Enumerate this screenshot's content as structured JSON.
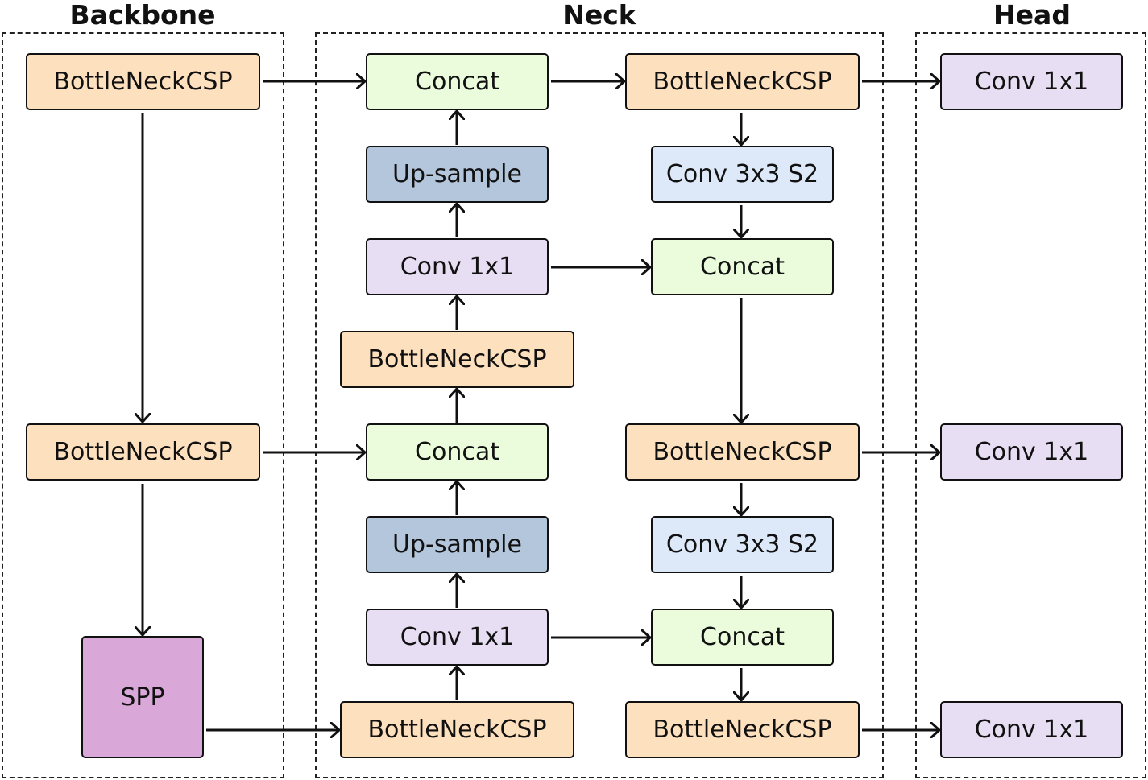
{
  "sections": {
    "backbone": "Backbone",
    "neck": "Neck",
    "head": "Head"
  },
  "colors": {
    "bottleneck": "#fde0bd",
    "concat": "#ebfcdc",
    "upsample": "#b4c6dc",
    "conv1x1": "#e8def3",
    "conv3x3": "#dde9f8",
    "spp": "#d9a8d8",
    "line": "#111111"
  },
  "backbone": {
    "csp1": "BottleNeckCSP",
    "csp2": "BottleNeckCSP",
    "spp": "SPP"
  },
  "neck": {
    "concat1": "Concat",
    "upsample1": "Up-sample",
    "conv1": "Conv 1x1",
    "csp1": "BottleNeckCSP",
    "concat2": "Concat",
    "upsample2": "Up-sample",
    "conv2": "Conv 1x1",
    "csp2": "BottleNeckCSP",
    "csp3": "BottleNeckCSP",
    "conv3x3_1": "Conv 3x3 S2",
    "concat3": "Concat",
    "csp4": "BottleNeckCSP",
    "conv3x3_2": "Conv 3x3 S2",
    "concat4": "Concat",
    "csp5": "BottleNeckCSP"
  },
  "head": {
    "conv1": "Conv 1x1",
    "conv2": "Conv 1x1",
    "conv3": "Conv 1x1"
  }
}
